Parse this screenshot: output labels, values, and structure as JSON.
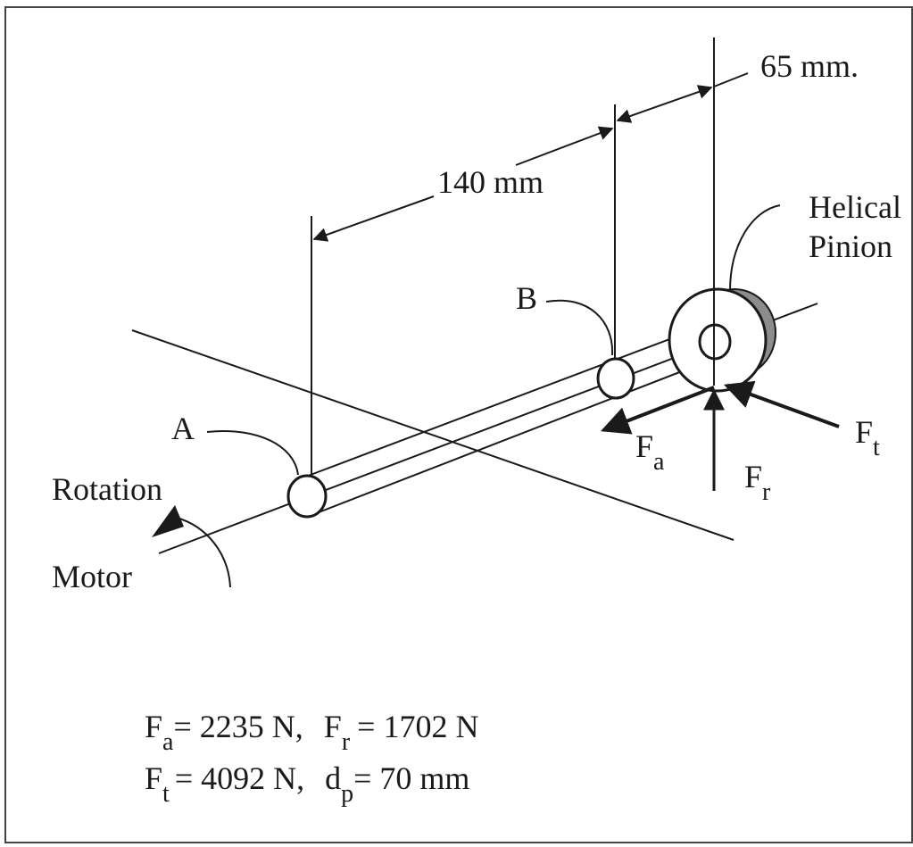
{
  "labels": {
    "dim_65": "65 mm.",
    "dim_140": "140 mm",
    "helical": "Helical",
    "pinion": "Pinion",
    "point_a": "A",
    "point_b": "B",
    "rotation": "Rotation",
    "motor": "Motor",
    "fa": {
      "main": "F",
      "sub": "a"
    },
    "fr": {
      "main": "F",
      "sub": "r"
    },
    "ft": {
      "main": "F",
      "sub": "t"
    }
  },
  "equations": {
    "line1": {
      "f1": "F",
      "f1_sub": "a",
      "f1_val": "= 2235 N,",
      "f2": "F",
      "f2_sub": "r",
      "f2_val": "= 1702 N"
    },
    "line2": {
      "f1": "F",
      "f1_sub": "t",
      "f1_val": "= 4092 N,",
      "f2": "d",
      "f2_sub": "p",
      "f2_val": "= 70 mm"
    }
  },
  "colors": {
    "ink": "#1a1a1a",
    "gear_shade": "#8c8c8c",
    "background": "#ffffff"
  }
}
